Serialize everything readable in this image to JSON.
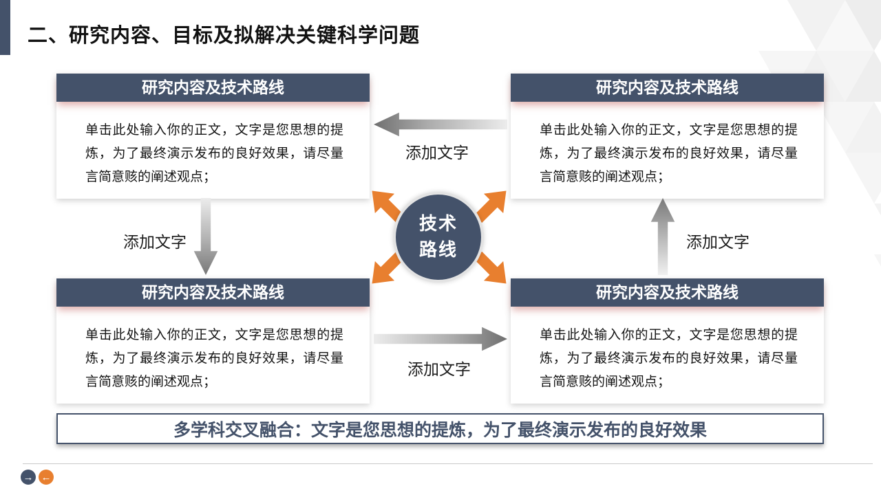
{
  "title": "二、研究内容、目标及拟解决关键科学问题",
  "boxes": [
    {
      "header": "研究内容及技术路线",
      "body": "单击此处输入你的正文，文字是您思想的提炼，为了最终演示发布的良好效果，请尽量言简意赅的阐述观点；"
    },
    {
      "header": "研究内容及技术路线",
      "body": "单击此处输入你的正文，文字是您思想的提炼，为了最终演示发布的良好效果，请尽量言简意赅的阐述观点；"
    },
    {
      "header": "研究内容及技术路线",
      "body": "单击此处输入你的正文，文字是您思想的提炼，为了最终演示发布的良好效果，请尽量言简意赅的阐述观点；"
    },
    {
      "header": "研究内容及技术路线",
      "body": "单击此处输入你的正文，文字是您思想的提炼，为了最终演示发布的良好效果，请尽量言简意赅的阐述观点；"
    }
  ],
  "center": {
    "line1": "技术",
    "line2": "路线"
  },
  "labels": {
    "top": "添加文字",
    "left": "添加文字",
    "right": "添加文字",
    "bottom": "添加文字"
  },
  "banner": "多学科交叉融合：文字是您思想的提炼，为了最终演示发布的良好效果",
  "nav": {
    "next": "→",
    "prev": "←"
  },
  "colors": {
    "slate": "#44526a",
    "orange": "#e87f2f",
    "arrow_gray_dark": "#6f6f6f",
    "arrow_gray_light": "#ececec",
    "header_glow": "rgba(195,100,95,0.50)"
  }
}
